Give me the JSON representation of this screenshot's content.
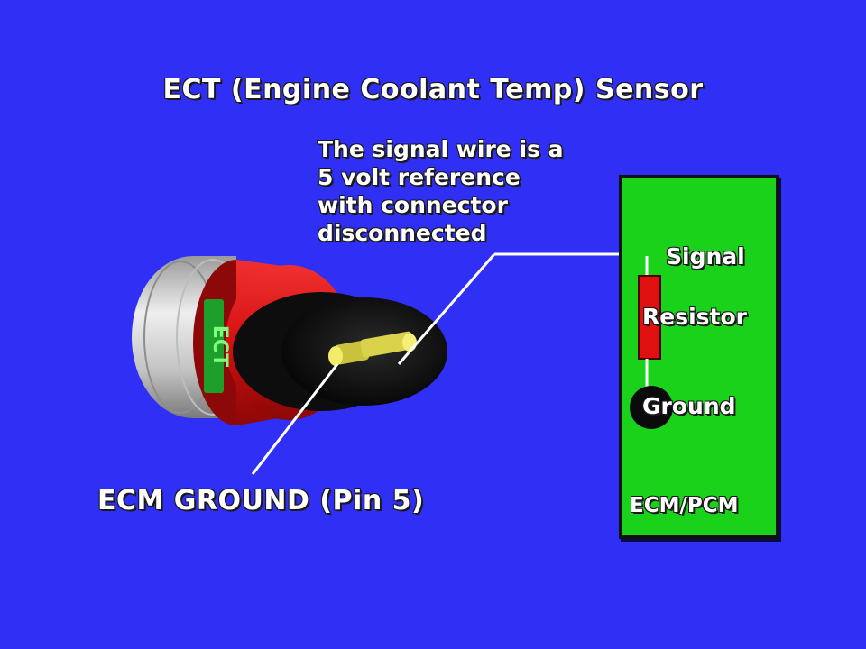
{
  "title": "ECT (Engine Coolant Temp) Sensor",
  "callouts": {
    "signal_wire": [
      "The signal wire is a",
      "5 volt reference",
      "with connector",
      "disconnected"
    ],
    "ground_pin": "ECM GROUND (Pin 5)"
  },
  "sensor": {
    "housing_text": "ECT"
  },
  "ecm": {
    "signal_label": "Signal",
    "resistor_label": "Resistor",
    "ground_label": "Ground",
    "module_label": "ECM/PCM"
  },
  "colors": {
    "background": "#2f2ff6",
    "ecm_panel": "#1bd21b",
    "resistor": "#e01010",
    "sensor_body": "#d81414",
    "connector": "#111111",
    "pins": "#e8e055",
    "lead_lines": "#ffffff"
  }
}
